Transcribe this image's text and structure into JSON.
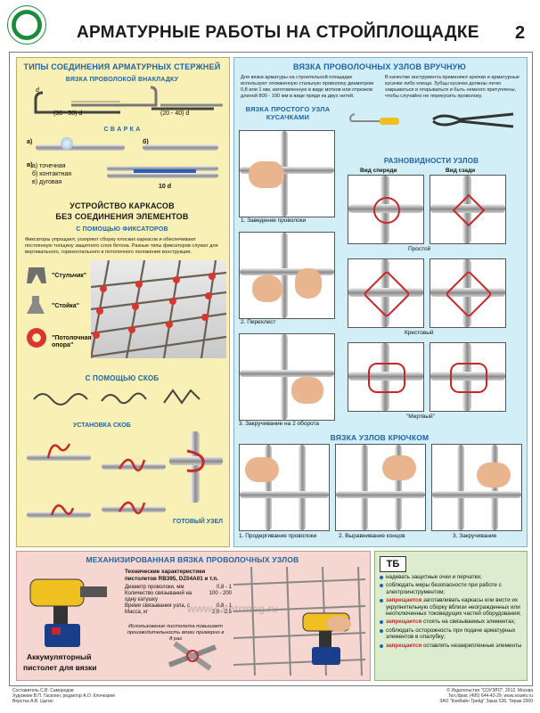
{
  "header": {
    "title": "АРМАТУРНЫЕ РАБОТЫ НА СТРОЙПЛОЩАДКЕ",
    "page_number": "2"
  },
  "left": {
    "types_title": "ТИПЫ СОЕДИНЕНИЯ АРМАТУРНЫХ СТЕРЖНЕЙ",
    "overlap_title": "ВЯЗКА ПРОВОЛОКОЙ ВНАКЛАДКУ",
    "overlap_dim1": "(30 - 50) d",
    "overlap_dim2": "(20 - 40) d",
    "overlap_d": "d",
    "weld_title": "С В А Р К А",
    "weld_a": "а)",
    "weld_b": "б)",
    "weld_list": [
      "а) точечная",
      "б) контактная",
      "в) дуговая"
    ],
    "weld_dim": "10 d",
    "weld_v": "в)",
    "frames_title_1": "УСТРОЙСТВО КАРКАСОВ",
    "frames_title_2": "БЕЗ СОЕДИНЕНИЯ ЭЛЕМЕНТОВ",
    "fixators_title": "С ПОМОЩЬЮ ФИКСАТОРОВ",
    "fixators_text": "Фиксаторы упрощают, ускоряют сборку плоских каркасов и обеспечивают постоянную толщину защитного слоя бетона. Разные типы фиксаторов служат для вертикального, горизонтального и потолочного положения конструкции.",
    "fixator_labels": [
      "\"Стульчик\"",
      "\"Стойка\"",
      "\"Потолочная опора\""
    ],
    "brackets_title": "С ПОМОЩЬЮ СКОБ",
    "brackets_install": "УСТАНОВКА СКОБ",
    "ready_node": "ГОТОВЫЙ УЗЕЛ"
  },
  "manual": {
    "title": "ВЯЗКА ПРОВОЛОЧНЫХ УЗЛОВ ВРУЧНУЮ",
    "text_left": "Для вязки арматуры на строительной площадке используют отожженную стальную проволоку диаметром 0,8 или 1 мм, изготовленную в виде мотков или отрезков длиной 800 - 100 мм в виде пряди из двух нитей.",
    "text_right": "В качестве инструмента применяют крючки и арматурные кусачки либо клещи. Зубцы кусачек должны легко закрываться и открываться и быть немного притуплены, чтобы случайно не перекусить проволоку.",
    "simple_title": "ВЯЗКА ПРОСТОГО УЗЛА КУСАЧКАМИ",
    "steps": [
      "1. Заведение проволоки",
      "2. Перехлест",
      "3. Закручивание на 2 оборота"
    ],
    "kinds_title": "РАЗНОВИДНОСТИ УЗЛОВ",
    "front_view": "Вид спереди",
    "back_view": "Вид сзади",
    "kind_labels": [
      "Простой",
      "Крестовый",
      "\"Мертвый\""
    ],
    "hook_title": "ВЯЗКА УЗЛОВ КРЮЧКОМ",
    "hook_steps": [
      "1. Продергивание проволоки",
      "2. Выравнивание концов",
      "3. Закручивание"
    ]
  },
  "mech": {
    "title": "МЕХАНИЗИРОВАННАЯ ВЯЗКА ПРОВОЛОЧНЫХ УЗЛОВ",
    "spec_title": "Технические характеристики пистолетов RB395, DZ04A01 и т.п.",
    "specs": [
      {
        "name": "Диаметр проволоки, мм",
        "value": "0,8 - 1"
      },
      {
        "name": "Количество связываний на одну катушку",
        "value": "100 - 200"
      },
      {
        "name": "Время связывания узла, с",
        "value": "0,8 - 1"
      },
      {
        "name": "Масса, кг",
        "value": "2,0 - 2,5"
      }
    ],
    "note": "Использование пистолета повышает производительность вязки примерно в 8 раз",
    "gun_caption_1": "Аккумуляторный",
    "gun_caption_2": "пистолет для вязки"
  },
  "tb": {
    "badge": "ТБ",
    "items": [
      {
        "pre": "",
        "accent": "",
        "text": "надевать защитные очки и перчатки;"
      },
      {
        "pre": "",
        "accent": "",
        "text": "соблюдать меры безопасности при работе с электроинструментом;"
      },
      {
        "pre": "",
        "accent": "запрещается",
        "text": " заготавливать каркасы или вести их укрупнительную сборку вблизи неогражденных или неотключенных токоведущих частей оборудования;"
      },
      {
        "pre": "",
        "accent": "запрещается",
        "text": " стоять на связываемых элементах;"
      },
      {
        "pre": "",
        "accent": "",
        "text": "соблюдать осторожность при подаче арматурных элементов в опалубку;"
      },
      {
        "pre": "",
        "accent": "запрещается",
        "text": " оставлять незакрепленные элементы"
      }
    ]
  },
  "footer": {
    "left_1": "Составитель С.В. Самородов",
    "left_2": "Художник В.П. Гасилин; редактор А.О. Клочкарев",
    "left_3": "Верстка А.В. Цыгин",
    "right_1": "© Издательство \"СОУЭЛО\", 2012, Москва",
    "right_2": "Тел./факс (495) 644-43-29; www.souelo.ru",
    "right_3": "ЗАО \"Комбайн Трейд\" Заказ 536. Тираж 2000"
  },
  "watermark": "www.Centrmag.ru",
  "colors": {
    "title_blue": "#1f63a8",
    "danger_red": "#c9262a",
    "panel_yellow": "#f8f0b4",
    "panel_cyan": "#d2eef6",
    "panel_pink": "#f6d6d0"
  }
}
